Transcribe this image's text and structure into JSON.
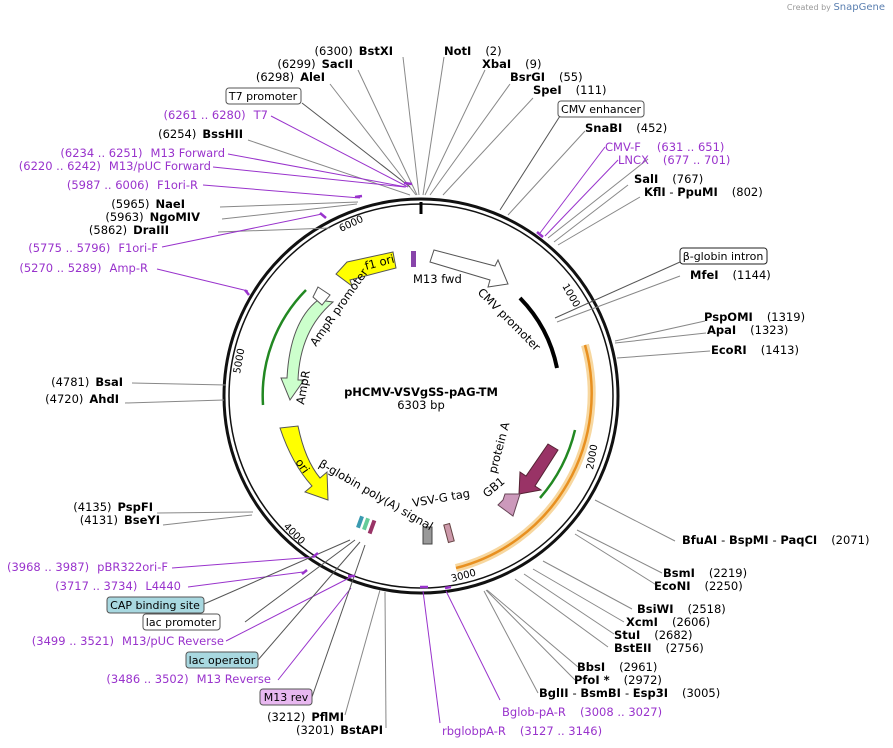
{
  "branding": {
    "created_by": "Created by",
    "app": "SnapGene"
  },
  "plasmid": {
    "name": "pHCMV-VSVgSS-pAG-TM",
    "length": "6303 bp"
  },
  "ring_ticks": [
    "1000",
    "2000",
    "3000",
    "4000",
    "5000",
    "6000"
  ],
  "enzymes": [
    {
      "pos": "(6300)",
      "name": "BstXI"
    },
    {
      "pos": "(6299)",
      "name": "SacII"
    },
    {
      "pos": "(6298)",
      "name": "AleI"
    },
    {
      "pos": "(6254)",
      "name": "BssHII"
    },
    {
      "pos": "(5965)",
      "name": "NaeI"
    },
    {
      "pos": "(5963)",
      "name": "NgoMIV"
    },
    {
      "pos": "(5862)",
      "name": "DraIII"
    },
    {
      "pos": "(4781)",
      "name": "BsaI"
    },
    {
      "pos": "(4720)",
      "name": "AhdI"
    },
    {
      "pos": "(4135)",
      "name": "PspFI"
    },
    {
      "pos": "(4131)",
      "name": "BseYI"
    },
    {
      "pos": "(3212)",
      "name": "PflMI"
    },
    {
      "pos": "(3201)",
      "name": "BstAPI"
    },
    {
      "name": "NotI",
      "pos": "(2)"
    },
    {
      "name": "XbaI",
      "pos": "(9)"
    },
    {
      "name": "BsrGI",
      "pos": "(55)"
    },
    {
      "name": "SpeI",
      "pos": "(111)"
    },
    {
      "name": "SnaBI",
      "pos": "(452)"
    },
    {
      "name": "SalI",
      "pos": "(767)"
    },
    {
      "name": "KflI",
      "sep": " - ",
      "name2": "PpuMI",
      "pos": "(802)"
    },
    {
      "name": "MfeI",
      "pos": "(1144)"
    },
    {
      "name": "PspOMI",
      "pos": "(1319)"
    },
    {
      "name": "ApaI",
      "pos": "(1323)"
    },
    {
      "name": "EcoRI",
      "pos": "(1413)"
    },
    {
      "name": "BfuAI",
      "name2": "BspMI",
      "name3": "PaqCI",
      "pos": "(2071)"
    },
    {
      "name": "BsmI",
      "pos": "(2219)"
    },
    {
      "name": "EcoNI",
      "pos": "(2250)"
    },
    {
      "name": "BsiWI",
      "pos": "(2518)"
    },
    {
      "name": "XcmI",
      "pos": "(2606)"
    },
    {
      "name": "StuI",
      "pos": "(2682)"
    },
    {
      "name": "BstEII",
      "pos": "(2756)"
    },
    {
      "name": "BbsI",
      "pos": "(2961)"
    },
    {
      "name": "PfoI *",
      "pos": "(2972)"
    },
    {
      "name": "BglII",
      "name2": "BsmBI",
      "name3": "Esp3I",
      "pos": "(3005)"
    }
  ],
  "primers": [
    {
      "range": "(6261 .. 6280)",
      "name": "T7"
    },
    {
      "range": "(6234 .. 6251)",
      "name": "M13 Forward"
    },
    {
      "range": "(6220 .. 6242)",
      "name": "M13/pUC Forward"
    },
    {
      "range": "(5987 .. 6006)",
      "name": "F1ori-R"
    },
    {
      "range": "(5775 .. 5796)",
      "name": "F1ori-F"
    },
    {
      "range": "(5270 .. 5289)",
      "name": "Amp-R"
    },
    {
      "range": "(3968 .. 3987)",
      "name": "pBR322ori-F"
    },
    {
      "range": "(3717 .. 3734)",
      "name": "L4440"
    },
    {
      "range": "(3499 .. 3521)",
      "name": "M13/pUC Reverse"
    },
    {
      "range": "(3486 .. 3502)",
      "name": "M13 Reverse"
    },
    {
      "name": "CMV-F",
      "range": "(631 .. 651)"
    },
    {
      "name": "LNCX",
      "range": "(677 .. 701)"
    },
    {
      "name": "Bglob-pA-R",
      "range": "(3008 .. 3027)"
    },
    {
      "name": "rbglobpA-R",
      "range": "(3127 .. 3146)"
    }
  ],
  "boxed": [
    {
      "text": "T7 promoter"
    },
    {
      "text": "CMV enhancer"
    },
    {
      "text": "β-globin intron"
    },
    {
      "text": "CAP binding site"
    },
    {
      "text": "lac promoter"
    },
    {
      "text": "lac operator"
    },
    {
      "text": "M13 rev"
    }
  ],
  "features": [
    {
      "label": "f1 ori"
    },
    {
      "label": "AmpR promoter"
    },
    {
      "label": "AmpR"
    },
    {
      "label": "ori"
    },
    {
      "label": "β-globin poly(A) signal"
    },
    {
      "label": "VSV-G tag"
    },
    {
      "label": "GB1"
    },
    {
      "label": "protein A"
    },
    {
      "label": "CMV promoter"
    },
    {
      "label": "M13 fwd"
    }
  ],
  "colors": {
    "primer": "#9933cc",
    "f1ori": "#ffff00",
    "ori": "#ffff00",
    "ampr": "#ccffcc",
    "proteinA": "#993366",
    "gb1": "#cc99bb",
    "cap": "#a8d8e0",
    "lacop": "#a8d8e0",
    "m13rev": "#e8b8f0"
  }
}
